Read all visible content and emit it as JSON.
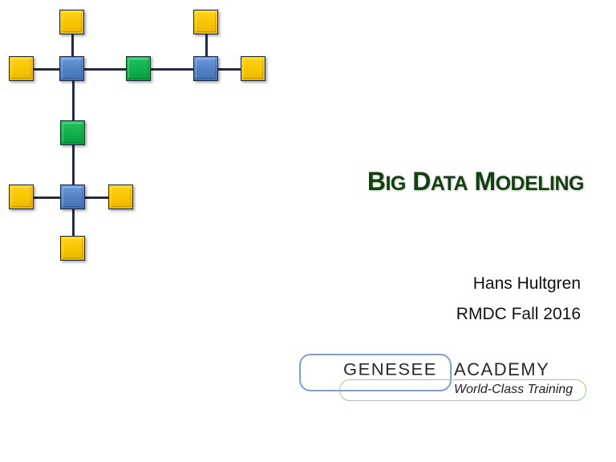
{
  "slide": {
    "title": {
      "words": [
        {
          "cap": "B",
          "rest": "IG"
        },
        {
          "cap": "D",
          "rest": "ATA"
        },
        {
          "cap": "M",
          "rest": "ODELING"
        }
      ],
      "full": "Big Data Modeling",
      "color": "#12400f"
    },
    "author": "Hans Hultgren",
    "event": "RMDC Fall 2016",
    "logo": {
      "word1": "GENESEE",
      "word2": "ACADEMY",
      "tagline": "World-Class Training",
      "colors": {
        "outline_blue": "#7f9fd6",
        "outline_green": "#9cd27f"
      }
    },
    "diagram": {
      "colors": {
        "hub": "#4f7fc2",
        "link": "#0fae4b",
        "satellite": "#f8c300",
        "line": "#1f2d4a"
      },
      "nodes": [
        {
          "id": "sat-top-left",
          "type": "satellite"
        },
        {
          "id": "hub-1",
          "type": "hub"
        },
        {
          "id": "sat-left-1",
          "type": "satellite"
        },
        {
          "id": "link-1",
          "type": "link"
        },
        {
          "id": "hub-2",
          "type": "hub"
        },
        {
          "id": "sat-top-right",
          "type": "satellite"
        },
        {
          "id": "sat-right-1",
          "type": "satellite"
        },
        {
          "id": "link-2",
          "type": "link"
        },
        {
          "id": "hub-3",
          "type": "hub"
        },
        {
          "id": "sat-left-2",
          "type": "satellite"
        },
        {
          "id": "sat-right-2",
          "type": "satellite"
        },
        {
          "id": "sat-bottom",
          "type": "satellite"
        }
      ]
    }
  }
}
